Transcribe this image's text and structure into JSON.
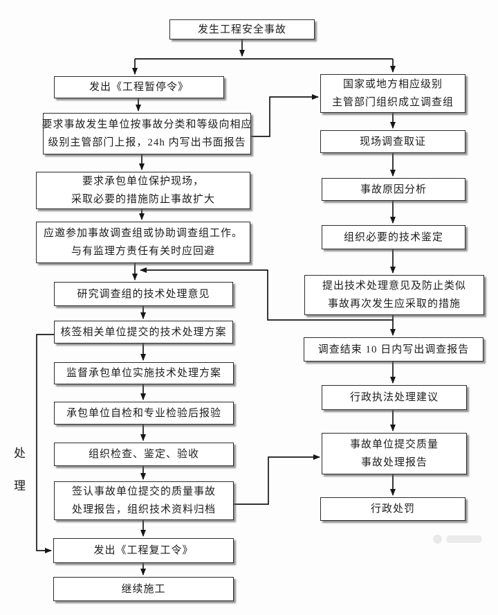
{
  "diagram": {
    "side_label_chars": [
      "处",
      "理"
    ],
    "colors": {
      "line": "#161616",
      "box_border": "#2b2b2b",
      "box_fill": "#ffffff",
      "shadow": "#5a5a5a",
      "background": "#fdfdfd"
    },
    "nodes": {
      "n1": {
        "lines": [
          "发生工程安全事故"
        ]
      },
      "n2": {
        "lines": [
          "发出《工程暂停令》"
        ]
      },
      "n3": {
        "lines": [
          "要求事故发生单位按事故分类和等级向相应",
          "级别主管部门上报，24h 内写出书面报告"
        ]
      },
      "n4": {
        "lines": [
          "要求承包单位保护现场，",
          "采取必要的措施防止事故扩大"
        ]
      },
      "n5": {
        "lines": [
          "应邀参加事故调查组或协助调查组工作。",
          "与有监理方责任有关时应回避"
        ]
      },
      "n6": {
        "lines": [
          "研究调查组的技术处理意见"
        ]
      },
      "n7": {
        "lines": [
          "核签相关单位提交的技术处理方案"
        ]
      },
      "n8": {
        "lines": [
          "监督承包单位实施技术处理方案"
        ]
      },
      "n9": {
        "lines": [
          "承包单位自检和专业检验后报验"
        ]
      },
      "n10": {
        "lines": [
          "组织检查、鉴定、验收"
        ]
      },
      "n11": {
        "lines": [
          "签认事故单位提交的质量事故",
          "处理报告，组织技术资料归档"
        ]
      },
      "n12": {
        "lines": [
          "发出《工程复工令》"
        ]
      },
      "n13": {
        "lines": [
          "继续施工"
        ]
      },
      "r1": {
        "lines": [
          "国家或地方相应级别",
          "主管部门组织成立调查组"
        ]
      },
      "r2": {
        "lines": [
          "现场调查取证"
        ]
      },
      "r3": {
        "lines": [
          "事故原因分析"
        ]
      },
      "r4": {
        "lines": [
          "组织必要的技术鉴定"
        ]
      },
      "r5": {
        "lines": [
          "提出技术处理意见及防止类似",
          "事故再次发生应采取的措施"
        ]
      },
      "r6": {
        "lines": [
          "调查结束 10 日内写出调查报告"
        ]
      },
      "r7": {
        "lines": [
          "行政执法处理建议"
        ]
      },
      "r8": {
        "lines": [
          "事故单位提交质量",
          "事故处理报告"
        ]
      },
      "r9": {
        "lines": [
          "行政处罚"
        ]
      }
    }
  }
}
